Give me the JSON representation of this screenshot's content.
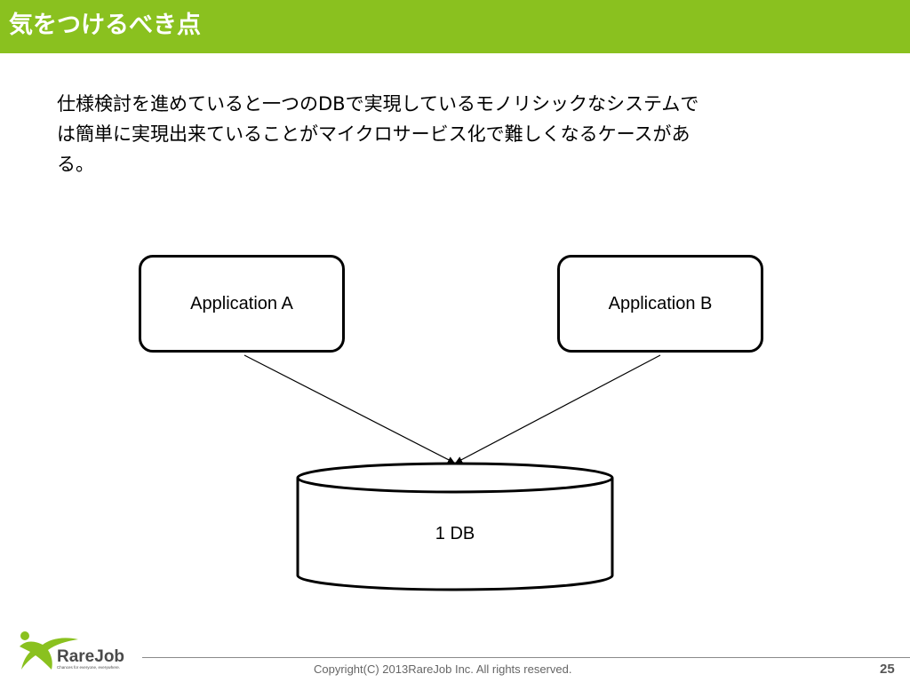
{
  "slide": {
    "title": "気をつけるべき点",
    "body": "仕様検討を進めていると一つのDBで実現しているモノリシックなシステムで\nは簡単に実現出来ていることがマイクロサービス化で難しくなるケースがあ\nる。",
    "page_number": "25"
  },
  "diagram": {
    "nodes": [
      {
        "id": "app_a",
        "label": "Application A",
        "shape": "rounded-rectangle"
      },
      {
        "id": "app_b",
        "label": "Application B",
        "shape": "rounded-rectangle"
      },
      {
        "id": "db",
        "label": "1 DB",
        "shape": "cylinder"
      }
    ],
    "edges": [
      {
        "from": "app_a",
        "to": "db"
      },
      {
        "from": "app_b",
        "to": "db"
      }
    ]
  },
  "footer": {
    "copyright": "Copyright(C) 2013RareJob Inc. All rights reserved.",
    "logo_text": "RareJob",
    "logo_tagline": "Chances for everyone, everywhere."
  },
  "colors": {
    "title_bar": "#8ac11f",
    "logo_green": "#8ac11f",
    "logo_text": "#4a4a4a"
  }
}
